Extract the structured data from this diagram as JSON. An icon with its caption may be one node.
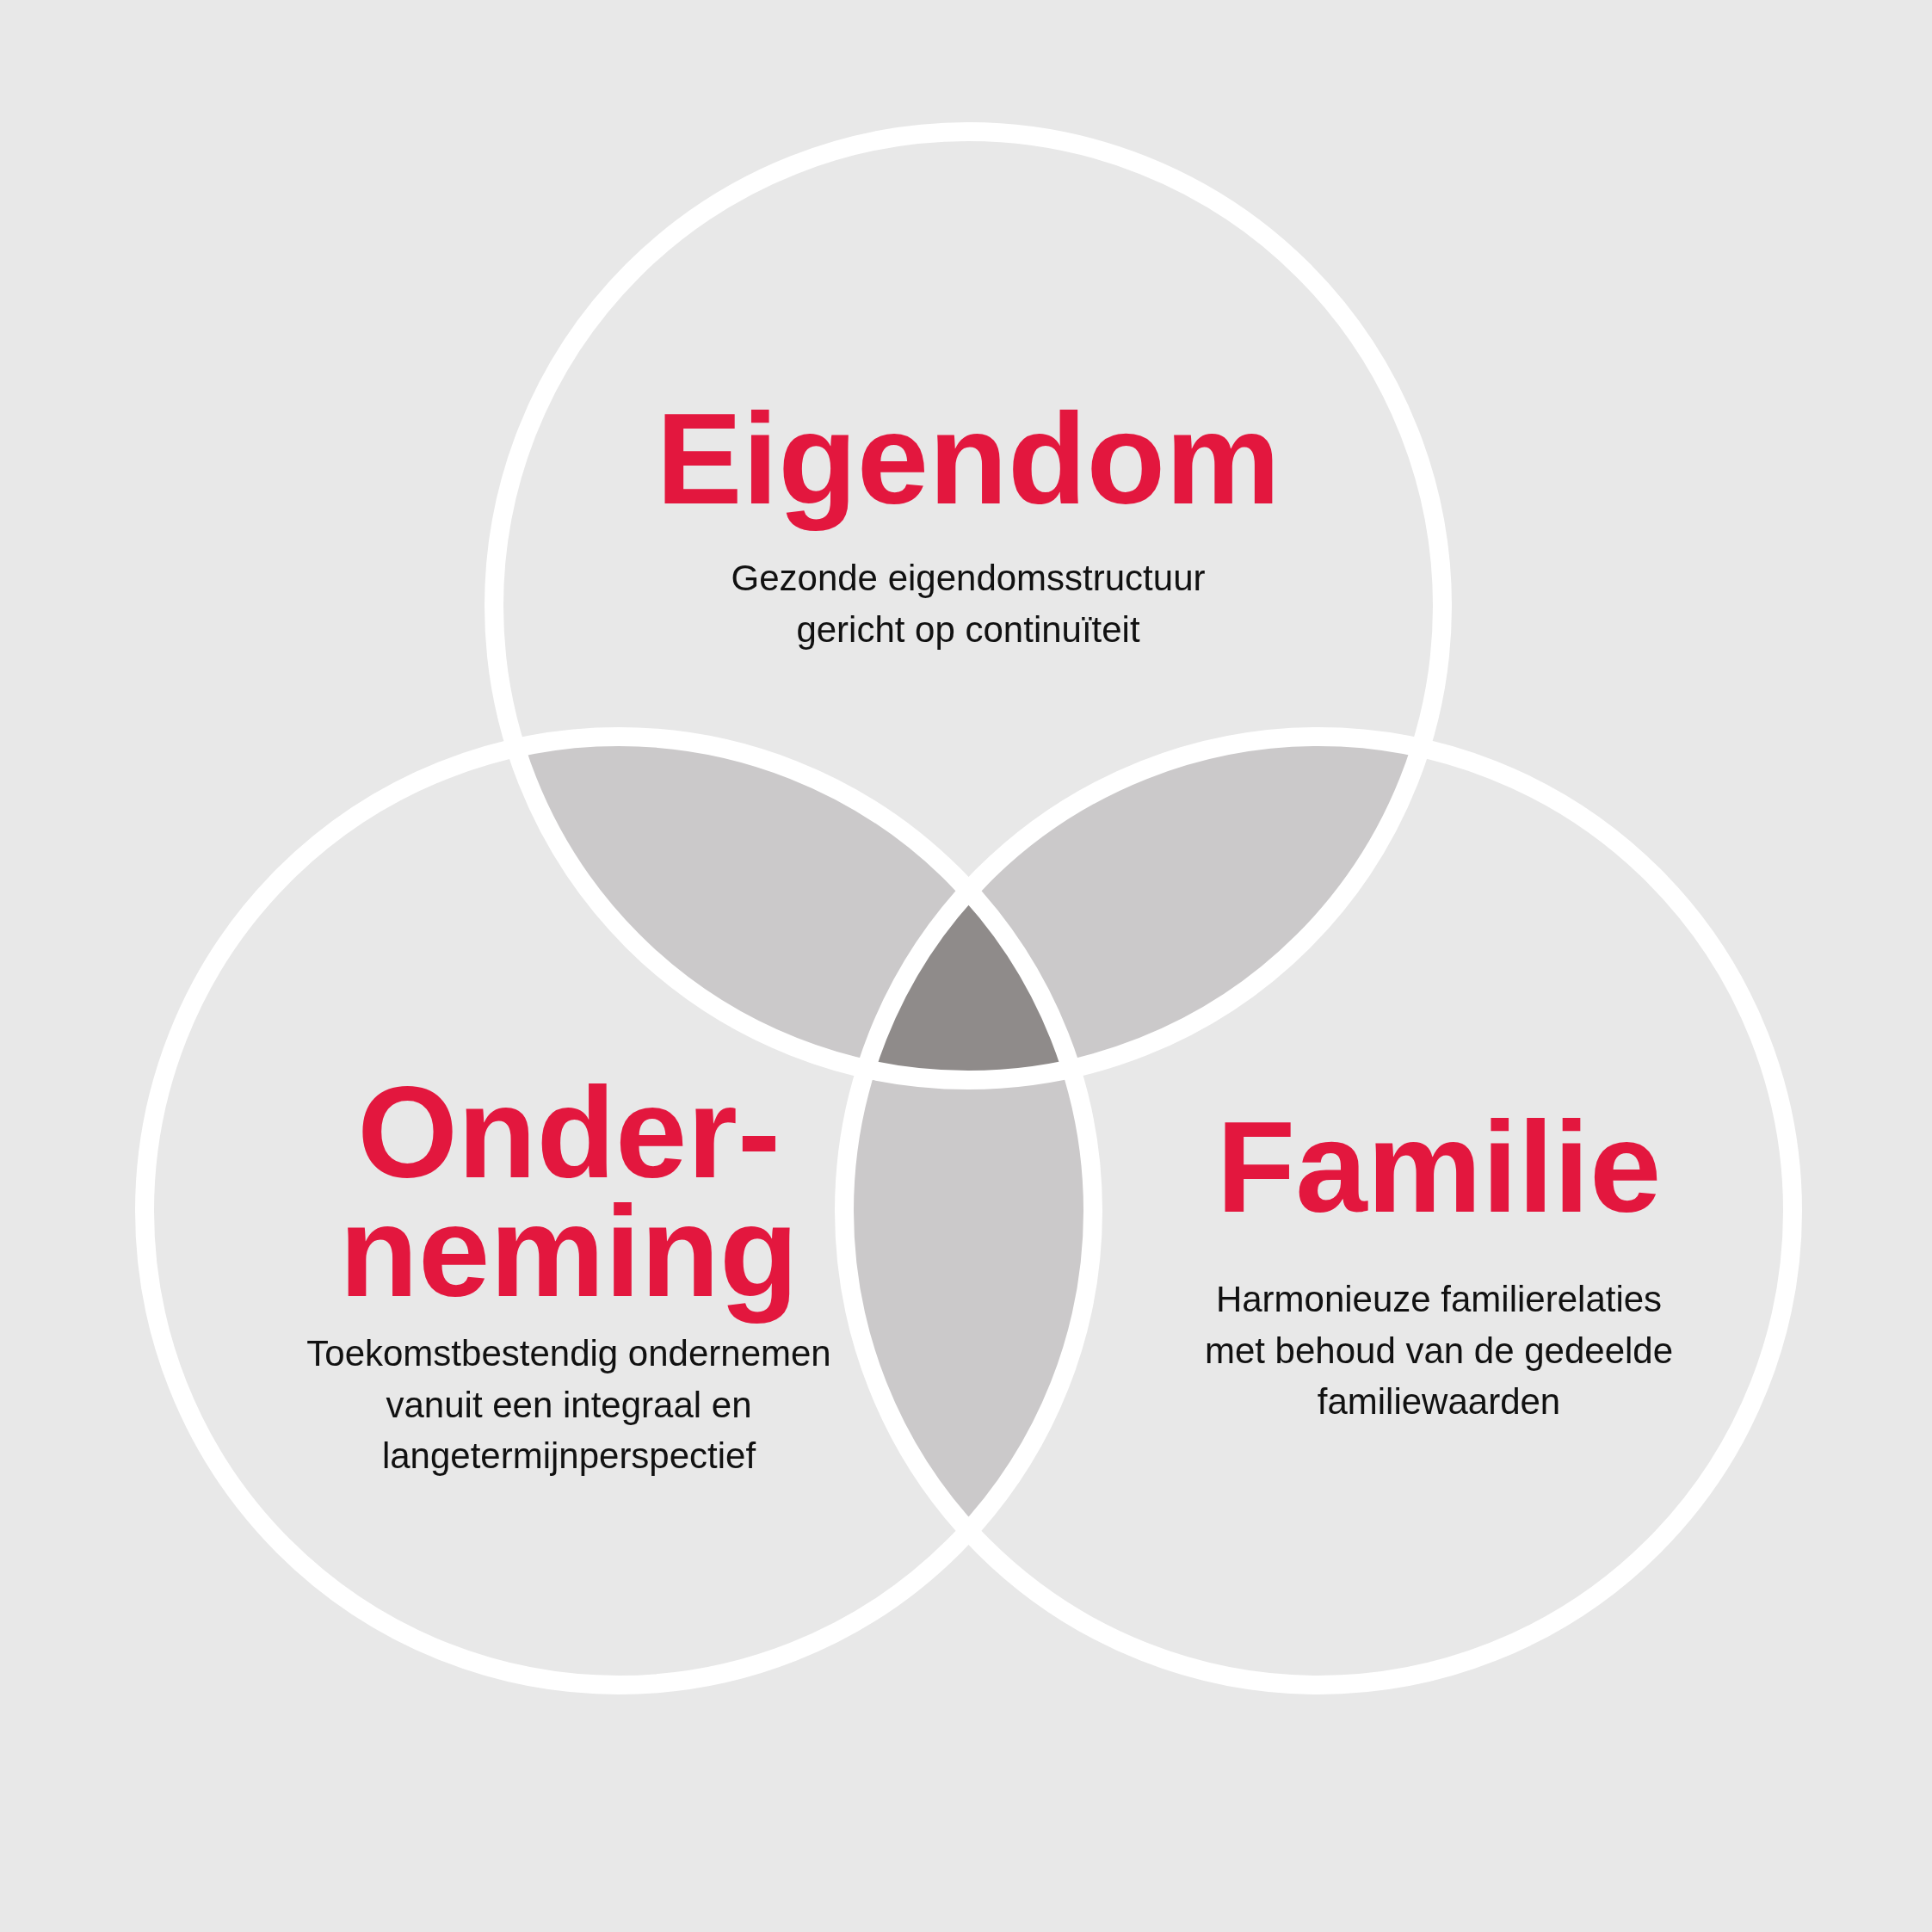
{
  "diagram": {
    "nodes": [
      {
        "text": [
          "Eigendom",
          "Gezonde eigendomsstructuur gericht op continuïteit"
        ]
      },
      {
        "text": [
          "Onder- neming",
          "Toekomstbestendig ondernemen vanuit een integraal en langetermijnperspectief"
        ]
      },
      {
        "text": [
          "Familie",
          "Harmonieuze familierelaties met behoud van de gedeelde familiewaarden"
        ]
      }
    ]
  }
}
